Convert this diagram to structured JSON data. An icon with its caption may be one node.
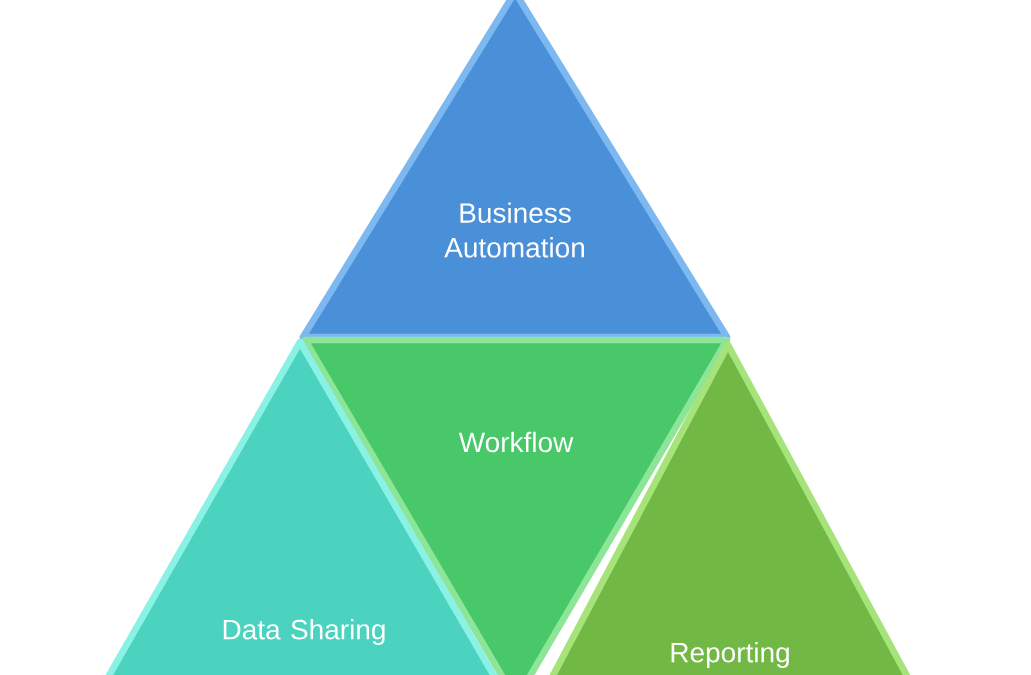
{
  "diagram": {
    "nodes": [
      {
        "text": [
          "Business Automation"
        ]
      },
      {
        "text": [
          "Workflow"
        ]
      },
      {
        "text": [
          "Data Sharing"
        ]
      },
      {
        "text": [
          "Reporting"
        ]
      }
    ]
  }
}
